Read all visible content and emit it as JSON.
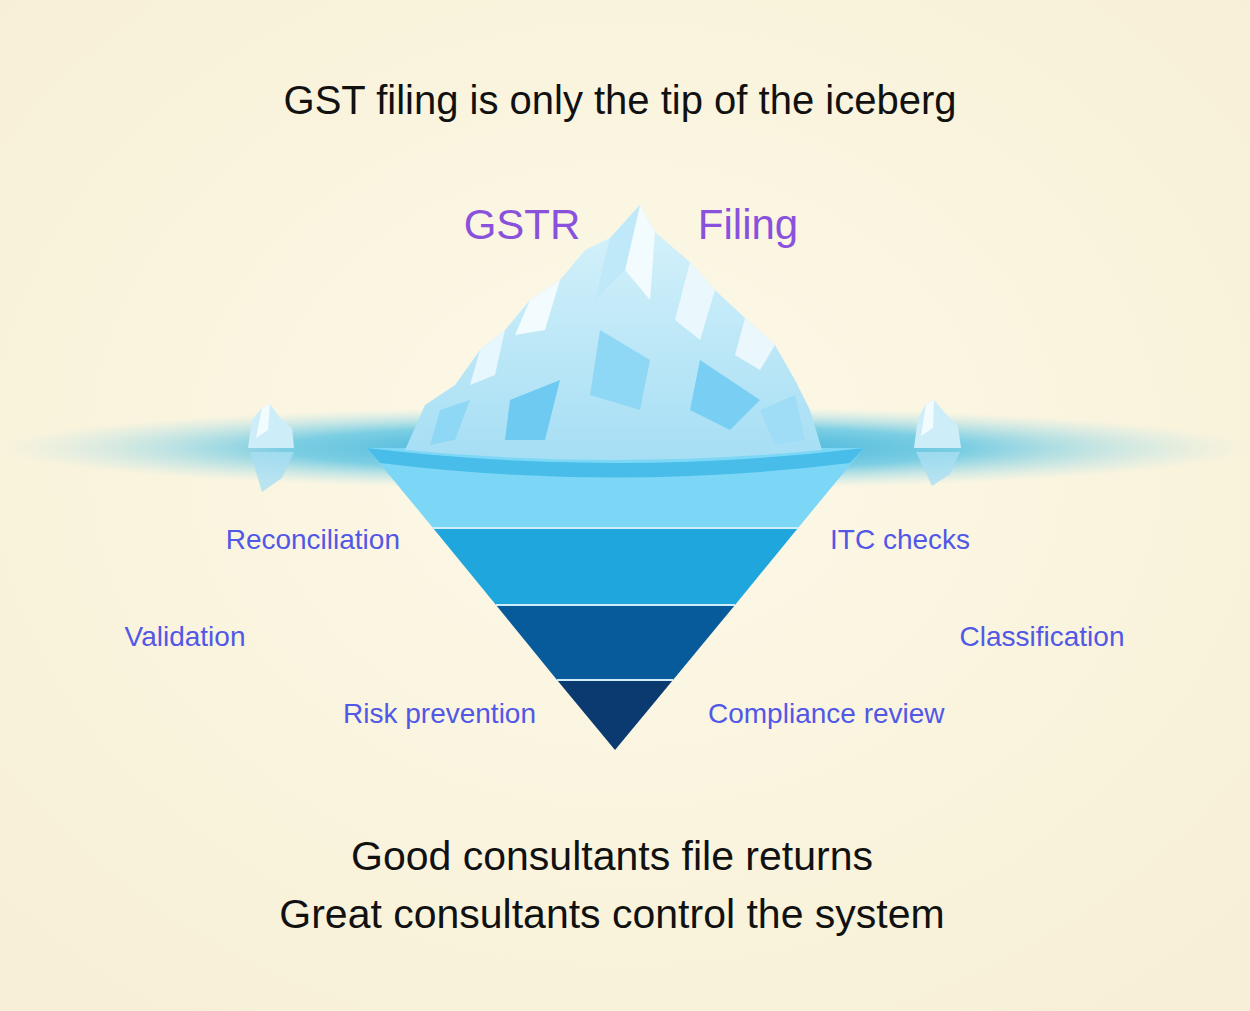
{
  "diagram": {
    "title": "GST filing is only the tip of the iceberg",
    "labels": [
      "GSTR",
      "Filing",
      "Reconciliation",
      "ITC checks",
      "Validation",
      "Classification",
      "Risk prevention",
      "Compliance review",
      "Good consultants file returns",
      "Great consultants control the system"
    ]
  }
}
